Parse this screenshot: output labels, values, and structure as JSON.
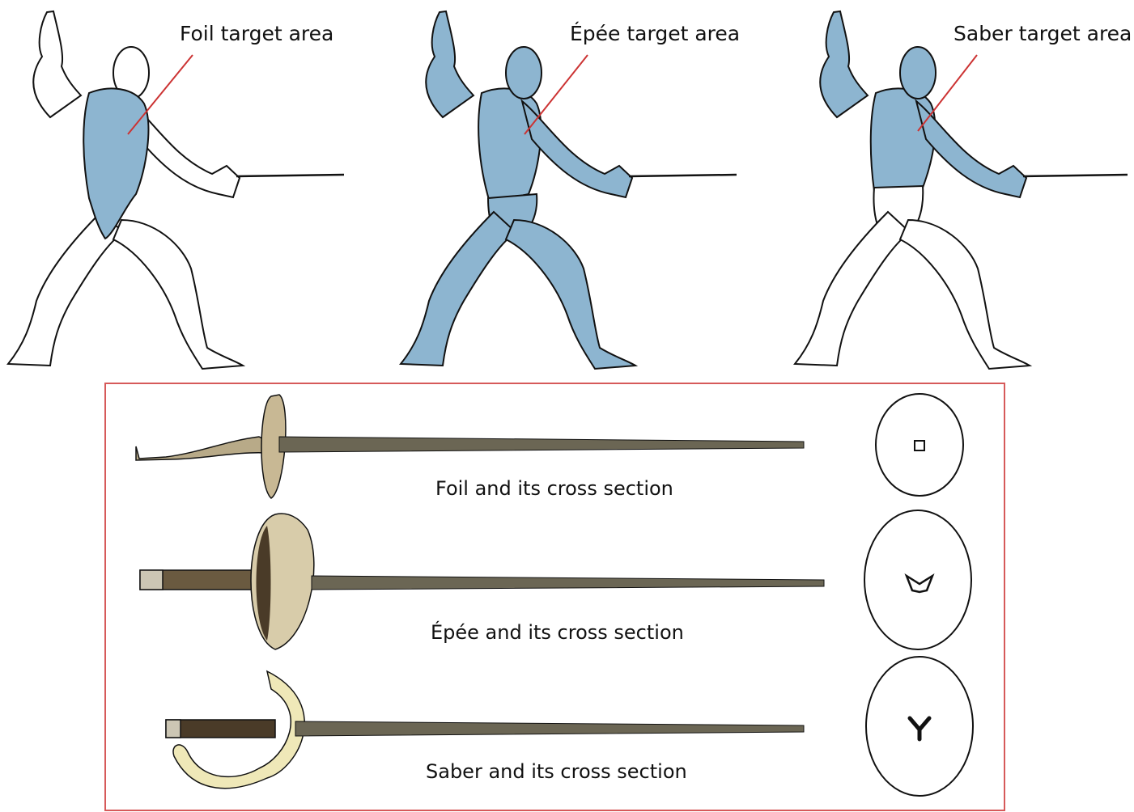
{
  "colors": {
    "target_blue": "#8db5d0",
    "outline": "#111111",
    "pointer_line": "#cc3333",
    "frame": "#d65a5a",
    "blade": "#6b6654",
    "guard_tan": "#b8aa88",
    "saber_guard": "#efe8b8",
    "grip_dark": "#4a3b28"
  },
  "fencers": [
    {
      "label": "Foil target area",
      "target": "torso"
    },
    {
      "label": "Épée target area",
      "target": "whole-body"
    },
    {
      "label": "Saber target area",
      "target": "above-waist"
    }
  ],
  "weapons": [
    {
      "caption": "Foil and its cross section",
      "cross_section": "square"
    },
    {
      "caption": "Épée and its cross section",
      "cross_section": "triangular"
    },
    {
      "caption": "Saber and its cross section",
      "cross_section": "y-shape"
    }
  ]
}
